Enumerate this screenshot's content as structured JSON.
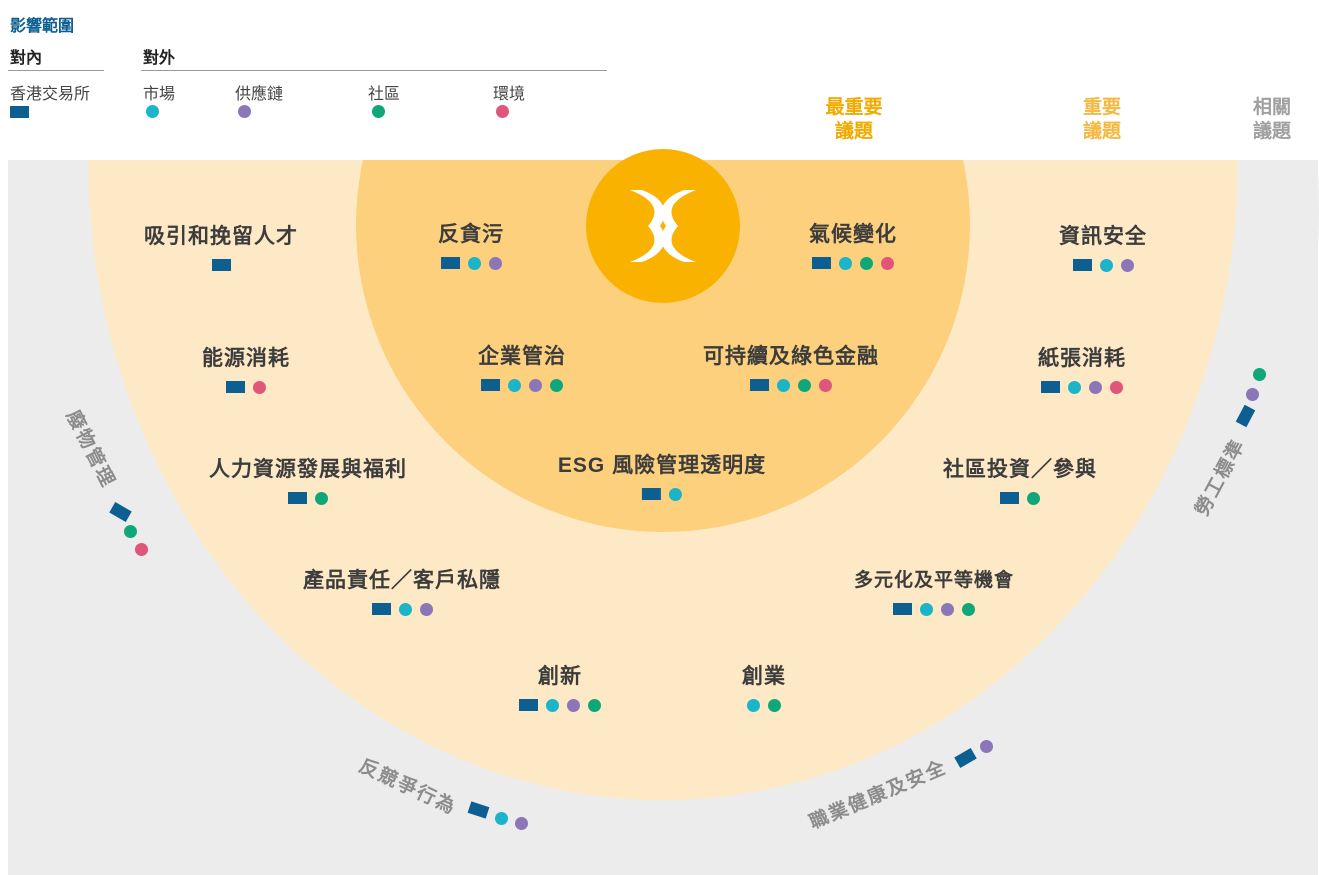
{
  "legend": {
    "title": "影響範圍",
    "internal": "對內",
    "external": "對外",
    "items": [
      {
        "label": "香港交易所",
        "marker": "square"
      },
      {
        "label": "市場",
        "marker": "dot"
      },
      {
        "label": "供應鏈",
        "marker": "dot"
      },
      {
        "label": "社區",
        "marker": "dot"
      },
      {
        "label": "環境",
        "marker": "dot"
      }
    ]
  },
  "colors": {
    "hkex": "#0d5f91",
    "market": "#1bb4c8",
    "supply_chain": "#8b76b8",
    "community": "#10a778",
    "environment": "#e0567a",
    "core": "#f9b200",
    "most_important": "#fcd07d",
    "important": "#fde9c6",
    "related": "#ececec"
  },
  "tiers": {
    "most_important": "最重要\n議題",
    "important": "重要\n議題",
    "related": "相關\n議題"
  },
  "topics": {
    "most_important": [
      {
        "label": "反貪污",
        "impact": [
          "hkex",
          "market",
          "supply_chain"
        ]
      },
      {
        "label": "氣候變化",
        "impact": [
          "hkex",
          "market",
          "community",
          "environment"
        ]
      },
      {
        "label": "企業管治",
        "impact": [
          "hkex",
          "market",
          "supply_chain",
          "community"
        ]
      },
      {
        "label": "可持續及綠色金融",
        "impact": [
          "hkex",
          "market",
          "community",
          "environment"
        ]
      },
      {
        "label": "ESG 風險管理透明度",
        "impact": [
          "hkex",
          "market"
        ]
      }
    ],
    "important": [
      {
        "label": "吸引和挽留人才",
        "impact": [
          "hkex"
        ]
      },
      {
        "label": "資訊安全",
        "impact": [
          "hkex",
          "market",
          "supply_chain"
        ]
      },
      {
        "label": "能源消耗",
        "impact": [
          "hkex",
          "environment"
        ]
      },
      {
        "label": "紙張消耗",
        "impact": [
          "hkex",
          "market",
          "supply_chain",
          "environment"
        ]
      },
      {
        "label": "人力資源發展與福利",
        "impact": [
          "hkex",
          "community"
        ]
      },
      {
        "label": "社區投資／參與",
        "impact": [
          "hkex",
          "community"
        ]
      },
      {
        "label": "產品責任／客戶私隱",
        "impact": [
          "hkex",
          "market",
          "supply_chain"
        ]
      },
      {
        "label": "多元化及平等機會",
        "impact": [
          "hkex",
          "market",
          "supply_chain",
          "community"
        ]
      },
      {
        "label": "創新",
        "impact": [
          "hkex",
          "market",
          "supply_chain",
          "community"
        ]
      },
      {
        "label": "創業",
        "impact": [
          "market",
          "community"
        ]
      }
    ],
    "related": [
      {
        "label": "廢物管理",
        "impact": [
          "hkex",
          "community",
          "environment"
        ]
      },
      {
        "label": "反競爭行為",
        "impact": [
          "hkex",
          "market",
          "supply_chain"
        ]
      },
      {
        "label": "職業健康及安全",
        "impact": [
          "hkex",
          "supply_chain"
        ]
      },
      {
        "label": "勞工標準",
        "impact": [
          "hkex",
          "supply_chain",
          "community"
        ]
      }
    ]
  }
}
